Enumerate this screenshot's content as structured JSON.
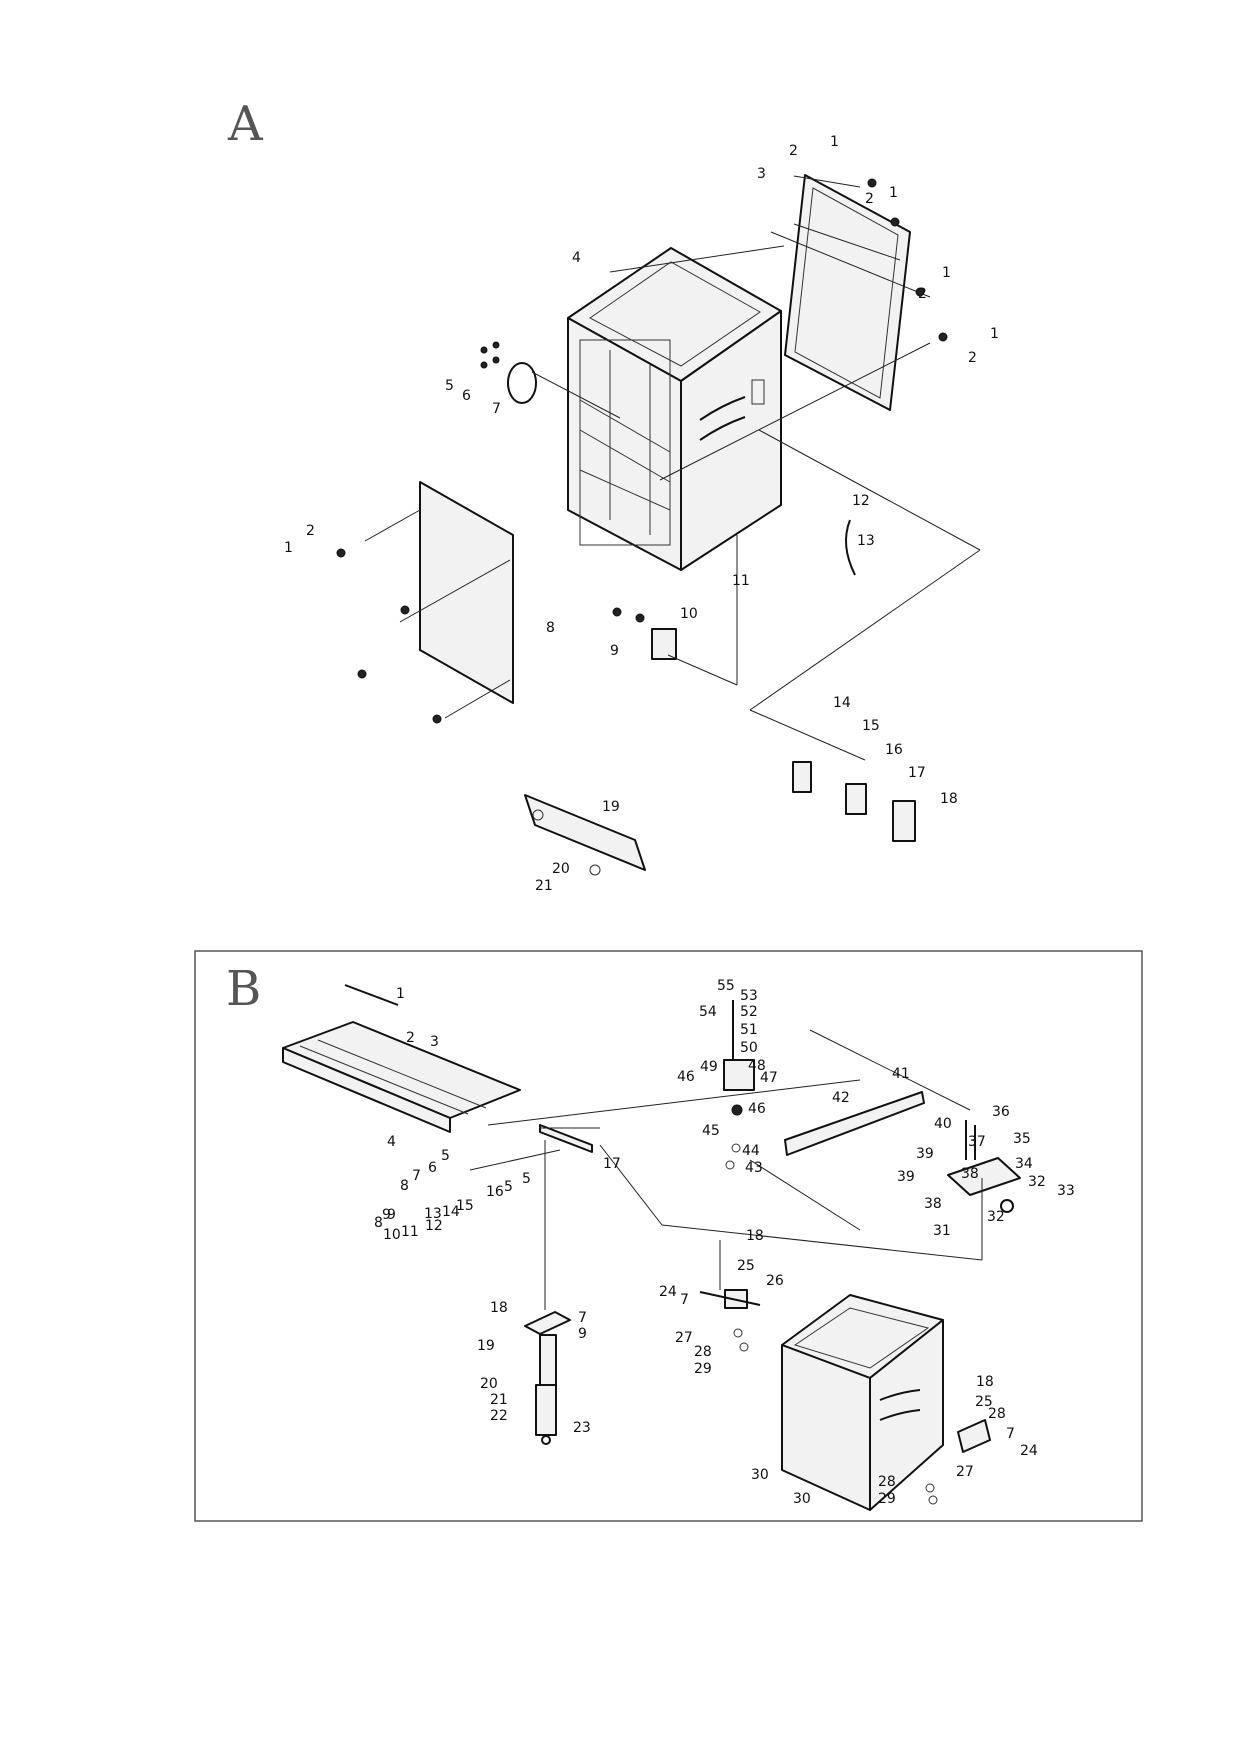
{
  "sections": {
    "a": {
      "letter": "A"
    },
    "b": {
      "letter": "B"
    }
  },
  "callouts_a": [
    "1",
    "2",
    "3",
    "1",
    "2",
    "1",
    "2",
    "1",
    "2",
    "4",
    "5",
    "6",
    "7",
    "2",
    "1",
    "8",
    "12",
    "13",
    "11",
    "10",
    "9",
    "14",
    "15",
    "16",
    "17",
    "18",
    "19",
    "20",
    "21"
  ],
  "callouts_b": [
    "1",
    "2",
    "3",
    "4",
    "5",
    "6",
    "7",
    "8",
    "9",
    "10",
    "11",
    "12",
    "13",
    "14",
    "15",
    "16",
    "5",
    "5",
    "8",
    "9",
    "17",
    "18",
    "19",
    "7",
    "9",
    "20",
    "21",
    "22",
    "23",
    "55",
    "53",
    "54",
    "52",
    "51",
    "50",
    "49",
    "48",
    "46",
    "47",
    "46",
    "45",
    "44",
    "43",
    "42",
    "41",
    "40",
    "38",
    "37",
    "36",
    "35",
    "39",
    "39",
    "34",
    "32",
    "33",
    "38",
    "32",
    "31",
    "18",
    "25",
    "24",
    "7",
    "26",
    "27",
    "28",
    "29",
    "18",
    "28",
    "25",
    "7",
    "24",
    "30",
    "30",
    "28",
    "27",
    "29"
  ]
}
